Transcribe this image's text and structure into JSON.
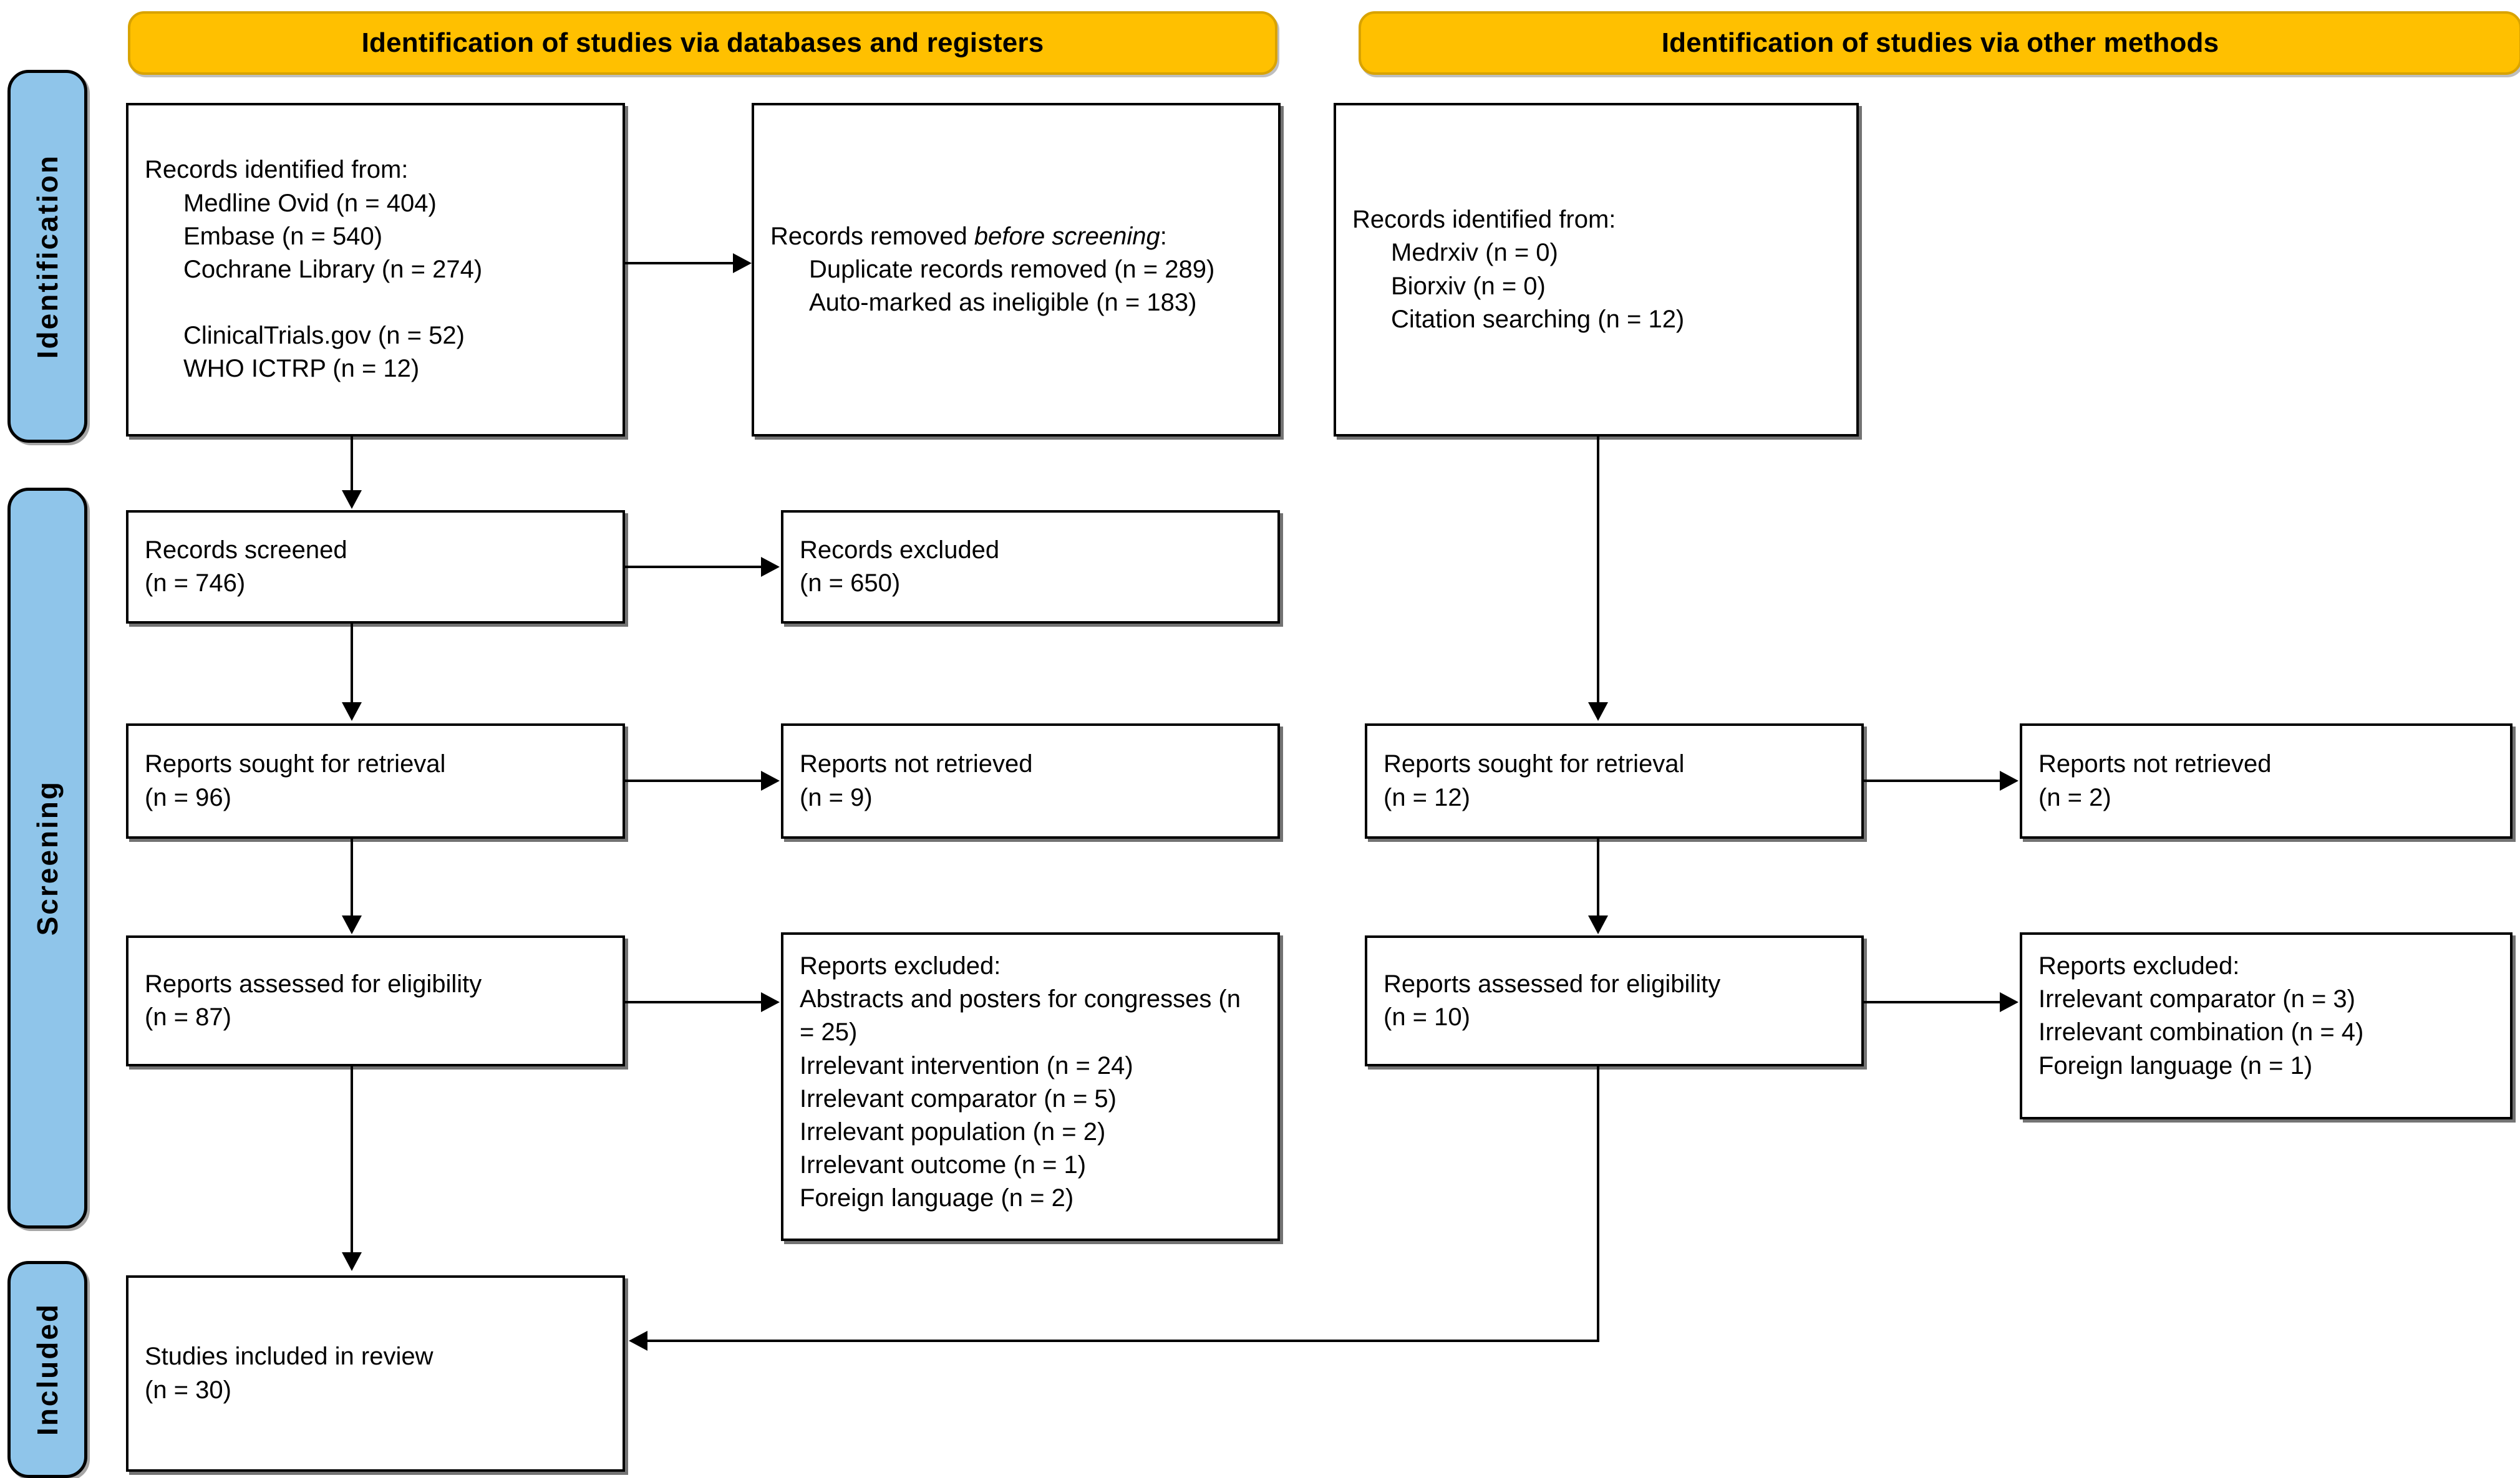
{
  "banners": [
    {
      "id": "databases",
      "label": "Identification of studies via databases and registers"
    },
    {
      "id": "other",
      "label": "Identification of studies via other methods"
    }
  ],
  "phases": [
    {
      "id": "identification",
      "label": "Identification"
    },
    {
      "id": "screening",
      "label": "Screening"
    },
    {
      "id": "included",
      "label": "Included"
    }
  ],
  "colors": {
    "banner_fill": "#FFC000",
    "banner_border": "#D9A300",
    "phase_fill": "#8FC5EA",
    "box_border": "#000000",
    "box_fill": "#FFFFFF"
  },
  "boxes": {
    "records_identified_db": {
      "title": "Records identified from:",
      "items": [
        "Medline Ovid (n = 404)",
        "Embase (n = 540)",
        "Cochrane Library (n = 274)",
        "",
        "ClinicalTrials.gov (n = 52)",
        "WHO ICTRP (n = 12)"
      ]
    },
    "records_removed": {
      "title_plain": "Records removed ",
      "title_italic": "before screening",
      "title_tail": ":",
      "items": [
        "Duplicate records removed (n = 289)",
        "Auto-marked as ineligible (n = 183)"
      ]
    },
    "records_identified_other": {
      "title": "Records identified from:",
      "items": [
        "Medrxiv (n = 0)",
        "Biorxiv (n = 0)",
        "Citation searching (n = 12)"
      ]
    },
    "records_screened": {
      "line1": "Records screened",
      "line2": "(n = 746)"
    },
    "records_excluded": {
      "line1": "Records excluded",
      "line2": "(n = 650)"
    },
    "reports_sought_db": {
      "line1": "Reports sought for retrieval",
      "line2": "(n = 96)"
    },
    "reports_not_retrieved_db": {
      "line1": "Reports not retrieved",
      "line2": "(n = 9)"
    },
    "reports_assessed_db": {
      "line1": "Reports assessed for eligibility",
      "line2": "(n = 87)"
    },
    "reports_excluded_db": {
      "title": "Reports excluded:",
      "items": [
        "Abstracts and posters for congresses (n = 25)",
        "Irrelevant intervention (n = 24)",
        "Irrelevant comparator (n = 5)",
        "Irrelevant population (n = 2)",
        "Irrelevant outcome (n = 1)",
        "Foreign language (n = 2)"
      ]
    },
    "reports_sought_other": {
      "line1": "Reports sought for retrieval",
      "line2": "(n = 12)"
    },
    "reports_not_retrieved_other": {
      "line1": "Reports not retrieved",
      "line2": "(n = 2)"
    },
    "reports_assessed_other": {
      "line1": "Reports assessed for eligibility",
      "line2": "(n = 10)"
    },
    "reports_excluded_other": {
      "title": "Reports excluded:",
      "items": [
        "Irrelevant comparator (n = 3)",
        "Irrelevant combination (n = 4)",
        "Foreign language (n = 1)"
      ]
    },
    "studies_included": {
      "line1": "Studies included in review",
      "line2": "(n = 30)"
    }
  },
  "counts": {
    "medline_ovid": 404,
    "embase": 540,
    "cochrane_library": 274,
    "clinicaltrials_gov": 52,
    "who_ictrp": 12,
    "duplicate_records_removed": 289,
    "auto_marked_ineligible": 183,
    "medrxiv": 0,
    "biorxiv": 0,
    "citation_searching": 12,
    "records_screened": 746,
    "records_excluded": 650,
    "reports_sought_db": 96,
    "reports_not_retrieved_db": 9,
    "reports_assessed_db": 87,
    "abstracts_posters_congresses": 25,
    "irrelevant_intervention": 24,
    "irrelevant_comparator_db": 5,
    "irrelevant_population": 2,
    "irrelevant_outcome": 1,
    "foreign_language_db": 2,
    "reports_sought_other": 12,
    "reports_not_retrieved_other": 2,
    "reports_assessed_other": 10,
    "irrelevant_comparator_other": 3,
    "irrelevant_combination_other": 4,
    "foreign_language_other": 1,
    "studies_included": 30
  }
}
